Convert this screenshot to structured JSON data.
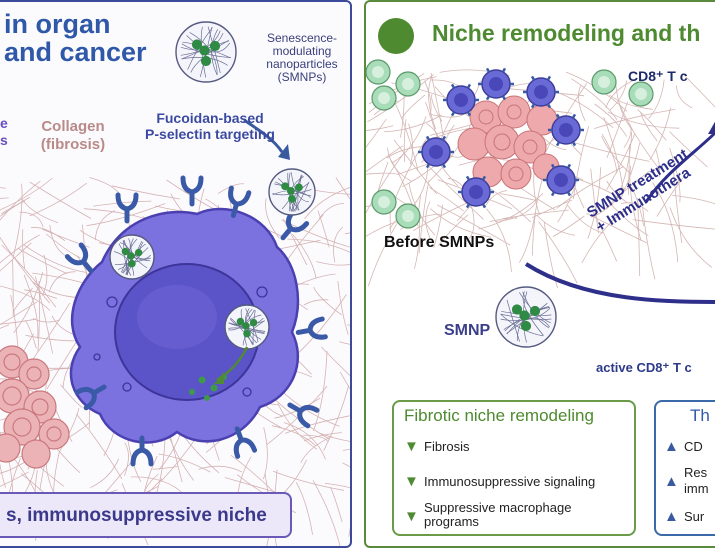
{
  "left_panel": {
    "title_line1": "in organ",
    "title_line2": "and cancer",
    "nanoparticle_label": [
      "Senescence-",
      "modulating",
      "nanoparticles",
      "(SMNPs)"
    ],
    "targeting_label": [
      "Fucoidan-based",
      "P-selectin targeting"
    ],
    "fragment_e": "e",
    "fragment_s": "s",
    "collagen_label": [
      "Collagen",
      "(fibrosis)"
    ],
    "niche_banner": "s, immunosuppressive niche"
  },
  "right_panel": {
    "title": "Niche remodeling and th",
    "cd8_label": "CD8⁺ T c",
    "before_label": "Before SMNPs",
    "treatment_label": [
      "SMNP treatment",
      "+ Immunothera"
    ],
    "smnp_label": "SMNP",
    "active_cd8_label": "active CD8⁺ T c",
    "fibrotic_box": {
      "title": "Fibrotic niche remodeling",
      "items": [
        "Fibrosis",
        "Immunosuppressive signaling",
        "Suppressive macrophage programs"
      ]
    },
    "therapy_box": {
      "title": "Th",
      "items": [
        "CD",
        "Res",
        "imm",
        "Sur"
      ]
    }
  },
  "colors": {
    "left_border": "#3b4a9a",
    "right_border": "#5a8a3c",
    "title_blue": "#2f58a8",
    "title_green": "#4e8a2f",
    "cell_purple": "#6a63d8",
    "receptor_blue": "#3a5aa8",
    "tumor_pink": "#e6a0a4",
    "arrow_green": "#4f8a35",
    "arrow_blue": "#3a5aa0"
  },
  "icons": [
    "down-arrow-icon",
    "up-arrow-icon",
    "nanoparticle-icon",
    "macrophage-icon"
  ]
}
